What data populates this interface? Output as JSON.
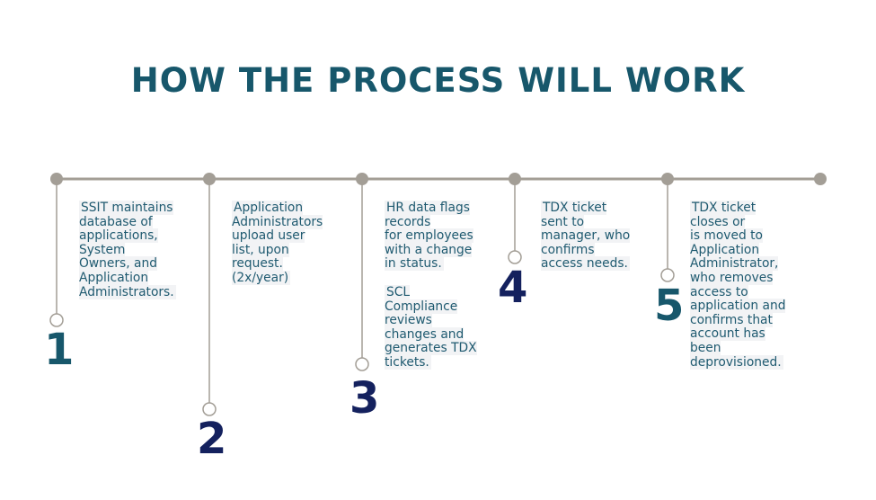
{
  "title": "HOW THE PROCESS WILL WORK",
  "colors": {
    "title": "#17576b",
    "line": "#a39e96",
    "num_teal": "#17576b",
    "num_navy": "#14215e",
    "text": "#1f5a70"
  },
  "steps": [
    {
      "number": "1",
      "paragraphs": [
        "SSIT maintains\ndatabase of\napplications,\nSystem\nOwners, and\nApplication\nAdministrators."
      ]
    },
    {
      "number": "2",
      "paragraphs": [
        "Application\nAdministrators\nupload user\nlist, upon\nrequest.\n(2x/year)"
      ]
    },
    {
      "number": "3",
      "paragraphs": [
        "HR data flags\nrecords\nfor employees\nwith a change\nin status.",
        "SCL\nCompliance\nreviews\nchanges and\ngenerates TDX\ntickets."
      ]
    },
    {
      "number": "4",
      "paragraphs": [
        "TDX ticket\nsent to\nmanager, who\nconfirms\naccess needs."
      ]
    },
    {
      "number": "5",
      "paragraphs": [
        "TDX ticket\ncloses or\nis moved to\nApplication\nAdministrator,\nwho removes\naccess to\napplication and\nconfirms that\naccount has\nbeen\ndeprovisioned."
      ]
    }
  ]
}
